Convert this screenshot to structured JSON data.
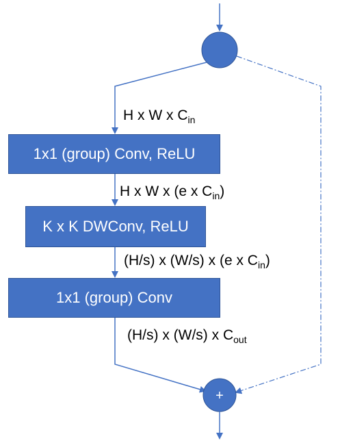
{
  "blocks": {
    "conv1": "1x1 (group) Conv, ReLU",
    "dwconv": "K x K DWConv, ReLU",
    "conv2": "1x1 (group) Conv"
  },
  "dims": {
    "d1": {
      "main": "H x W x C",
      "sub": "in",
      "tail": ""
    },
    "d2": {
      "main": "H x W x (e x C",
      "sub": "in",
      "tail": ")"
    },
    "d3": {
      "main": "(H/s) x (W/s) x (e x C",
      "sub": "in",
      "tail": ")"
    },
    "d4": {
      "main": "(H/s) x (W/s) x C",
      "sub": "out",
      "tail": ""
    }
  },
  "add_symbol": "+",
  "colors": {
    "block_fill": "#4472c4",
    "block_border": "#2f5597",
    "line": "#4472c4",
    "text_on_block": "#ffffff",
    "text": "#000000"
  }
}
